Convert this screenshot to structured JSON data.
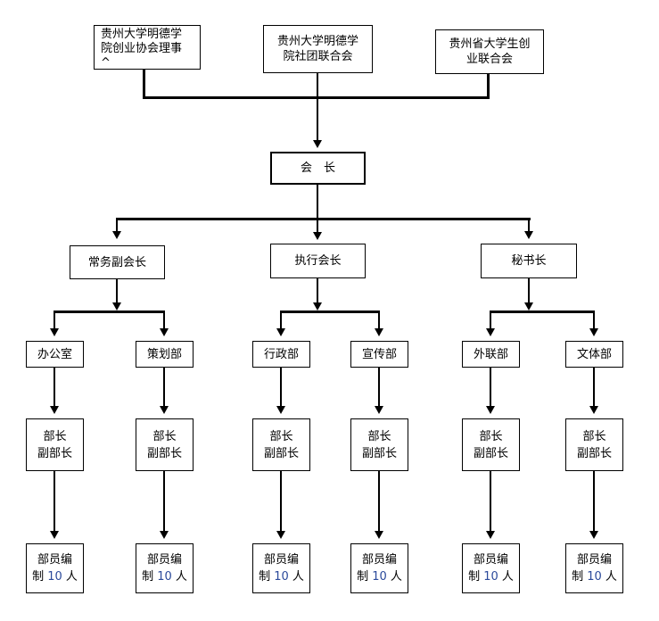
{
  "diagram": {
    "background": "#ffffff",
    "line_color": "#000000",
    "number_color": "#2b4a9b",
    "top_boxes": [
      {
        "line1": "贵州大学明德学",
        "line2": "院创业协会理事",
        "line3": "^"
      },
      {
        "line1": "贵州大学明德学",
        "line2": "院社团联合会"
      },
      {
        "line1": "贵州省大学生创",
        "line2": "业联合会"
      }
    ],
    "president": {
      "label": "会　长"
    },
    "vices": [
      {
        "label": "常务副会长"
      },
      {
        "label": "执行会长"
      },
      {
        "label": "秘书长"
      }
    ],
    "departments": [
      {
        "name": "办公室"
      },
      {
        "name": "策划部"
      },
      {
        "name": "行政部"
      },
      {
        "name": "宣传部"
      },
      {
        "name": "外联部"
      },
      {
        "name": "文体部"
      }
    ],
    "head_box": {
      "line1": "部长",
      "line2": "副部长"
    },
    "member_box": {
      "line1": "部员编",
      "line2_prefix": "制 ",
      "count": "10",
      "line2_suffix": " 人"
    }
  }
}
